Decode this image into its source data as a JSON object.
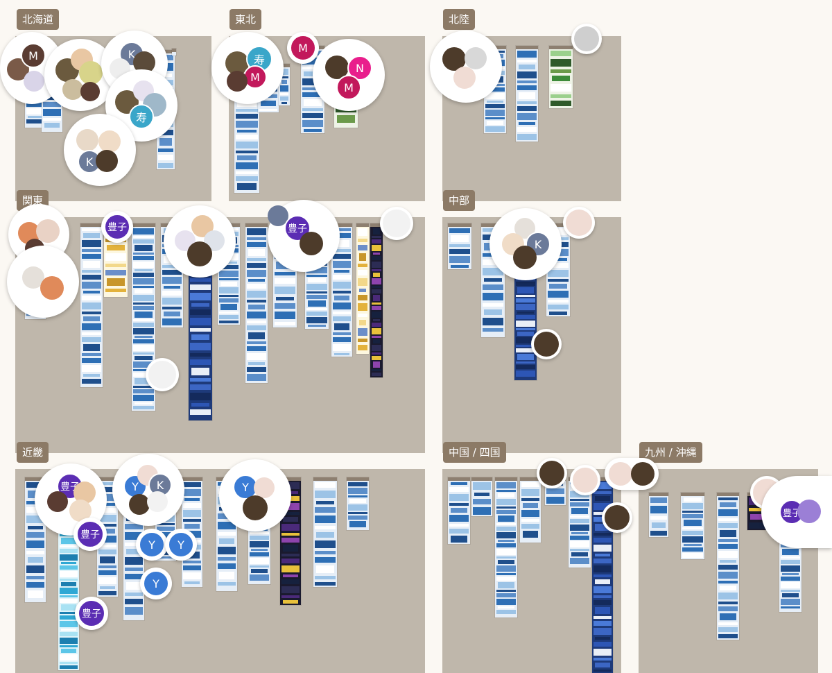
{
  "regions": {
    "hokkaido": "北海道",
    "tohoku": "東北",
    "hokuriku": "北陸",
    "kanto": "関東",
    "chubu": "中部",
    "kinki": "近畿",
    "chugoku_shikoku": "中国 / 四国",
    "kyushu_okinawa": "九州 / 沖縄"
  },
  "avatar_labels": {
    "m": "M",
    "k": "K",
    "n": "N",
    "y": "Y",
    "kotobuki": "寿",
    "toyoko": "豊子"
  },
  "colors": {
    "board_bg": "#fbf8f3",
    "region_bg": "#bfb7ab",
    "tag_bg": "#8c7a66",
    "avatar_m_magenta": "#c2185b",
    "avatar_n_pink": "#e91e8c",
    "avatar_k_slate": "#6b7a99",
    "avatar_y_blue": "#3a7bd5",
    "avatar_kotobuki_teal": "#3aa6c9",
    "avatar_toyoko_purple": "#5b2db3",
    "avatar_m_brown": "#5a3c32"
  }
}
